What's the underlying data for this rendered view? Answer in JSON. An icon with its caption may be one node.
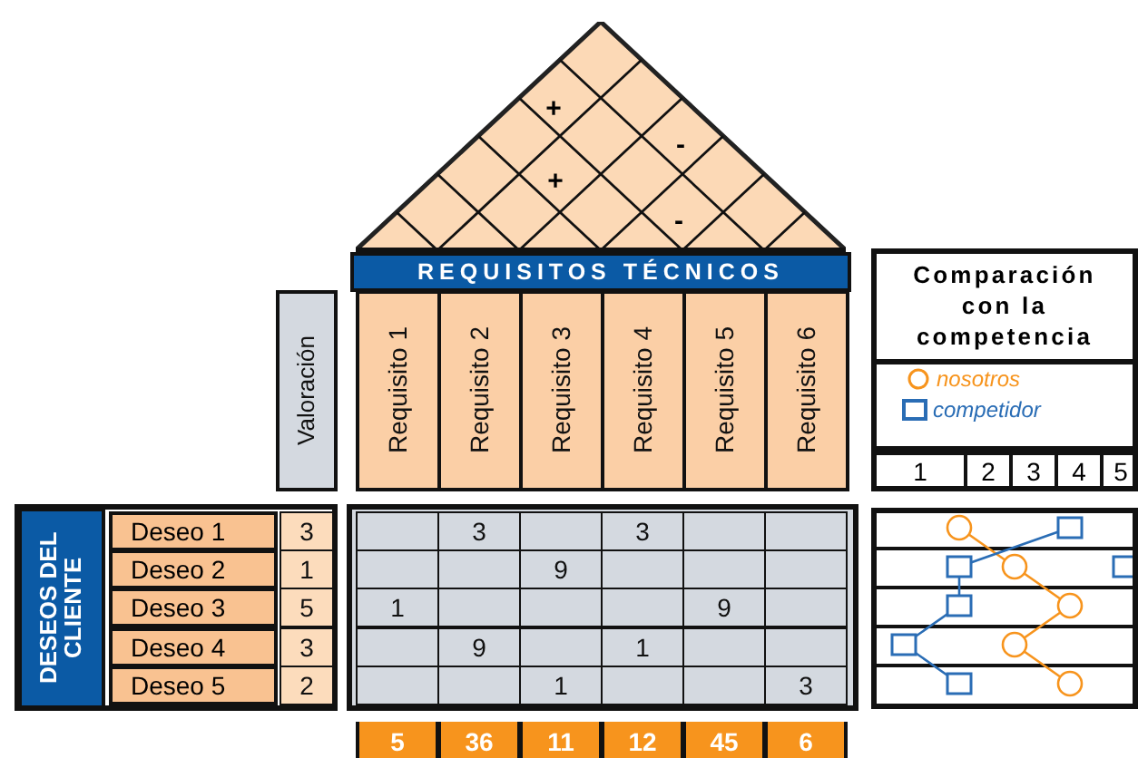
{
  "diagram": {
    "nodes": [
      {
        "text": [
          "+",
          "-",
          "+",
          "-"
        ]
      },
      {
        "text": [
          "REQUISITOS TÉCNICOS"
        ]
      },
      {
        "text": [
          "Requisito 1"
        ]
      },
      {
        "text": [
          "Requisito 2"
        ]
      },
      {
        "text": [
          "Requisito 3"
        ]
      },
      {
        "text": [
          "Requisito 4"
        ]
      },
      {
        "text": [
          "Requisito 5"
        ]
      },
      {
        "text": [
          "Requisito 6"
        ]
      },
      {
        "text": [
          "Valoración"
        ]
      },
      {
        "text": [
          "Comparación con la competencia"
        ]
      },
      {
        "text": [
          "DESEOS DEL CLIENTE"
        ]
      },
      {
        "text": [
          "Deseo 1"
        ]
      },
      {
        "text": [
          "Deseo 2"
        ]
      },
      {
        "text": [
          "Deseo 3"
        ]
      },
      {
        "text": [
          "Deseo 4"
        ]
      },
      {
        "text": [
          "Deseo 5"
        ]
      },
      {
        "text": [],
        "shape": "picture"
      }
    ],
    "edges": [],
    "labels": [
      "1",
      "2",
      "3",
      "4",
      "5",
      "3",
      "3",
      "3",
      "1",
      "9",
      "5",
      "1",
      "9",
      "3",
      "9",
      "1",
      "2",
      "1",
      "3",
      "5",
      "36",
      "11",
      "12",
      "45",
      "6"
    ],
    "legend": [
      {
        "text": "nosotros"
      },
      {
        "text": "competidor"
      }
    ]
  }
}
